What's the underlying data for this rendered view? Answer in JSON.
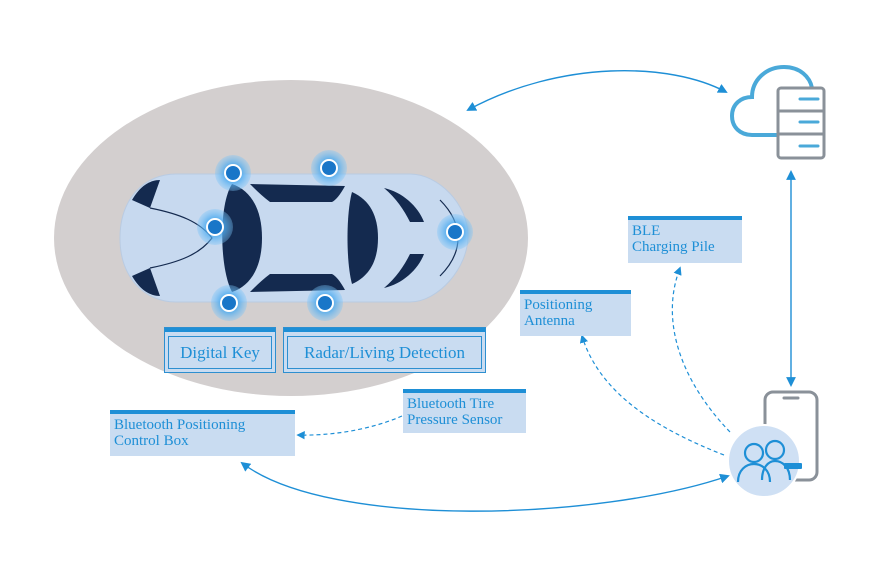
{
  "labels": {
    "digital_key": "Digital Key",
    "radar_detection": "Radar/Living Detection",
    "positioning_antenna": "Positioning\nAntenna",
    "ble_charging_pile": "BLE\nCharging Pile",
    "bluetooth_tire_sensor": "Bluetooth Tire\nPressure Sensor",
    "bluetooth_control_box": "Bluetooth Positioning\nControl Box"
  },
  "colors": {
    "accent": "#1e8fd6",
    "label_fill": "#c9dcf1",
    "ellipse_fill": "#d3cfcf",
    "car_body": "#c7d9ef",
    "car_glass": "#142a4f",
    "cloud_stroke": "#4aa9d9",
    "server_stroke": "#8a9199",
    "phone_stroke": "#8a9199",
    "people_fill": "#cfe0f4",
    "arrow": "#1e8fd6"
  },
  "icons": [
    "cloud-icon",
    "server-icon",
    "smartphone-icon",
    "users-icon",
    "car-icon",
    "sensor-icon"
  ]
}
